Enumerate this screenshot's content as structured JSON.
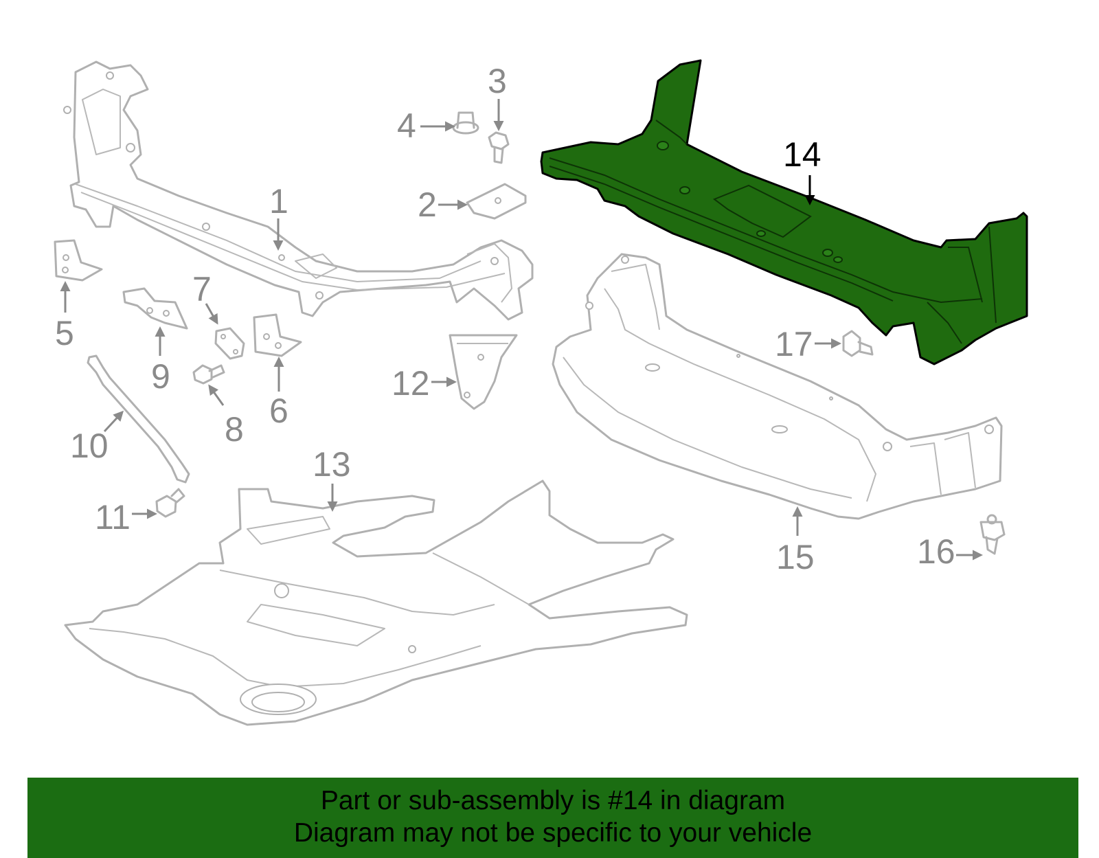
{
  "callouts": {
    "c1": "1",
    "c2": "2",
    "c3": "3",
    "c4": "4",
    "c5": "5",
    "c6": "6",
    "c7": "7",
    "c8": "8",
    "c9": "9",
    "c10": "10",
    "c11": "11",
    "c12": "12",
    "c13": "13",
    "c14": "14",
    "c15": "15",
    "c16": "16",
    "c17": "17"
  },
  "highlighted_part": "14",
  "colors": {
    "highlight": "#1f6b0f",
    "banner": "#1b6d12",
    "parts": "#b0b0b0",
    "callout_text": "#8a8a8a"
  },
  "banner": {
    "line1": "Part or sub-assembly is #14 in diagram",
    "line2": "Diagram may not be specific to your vehicle"
  }
}
